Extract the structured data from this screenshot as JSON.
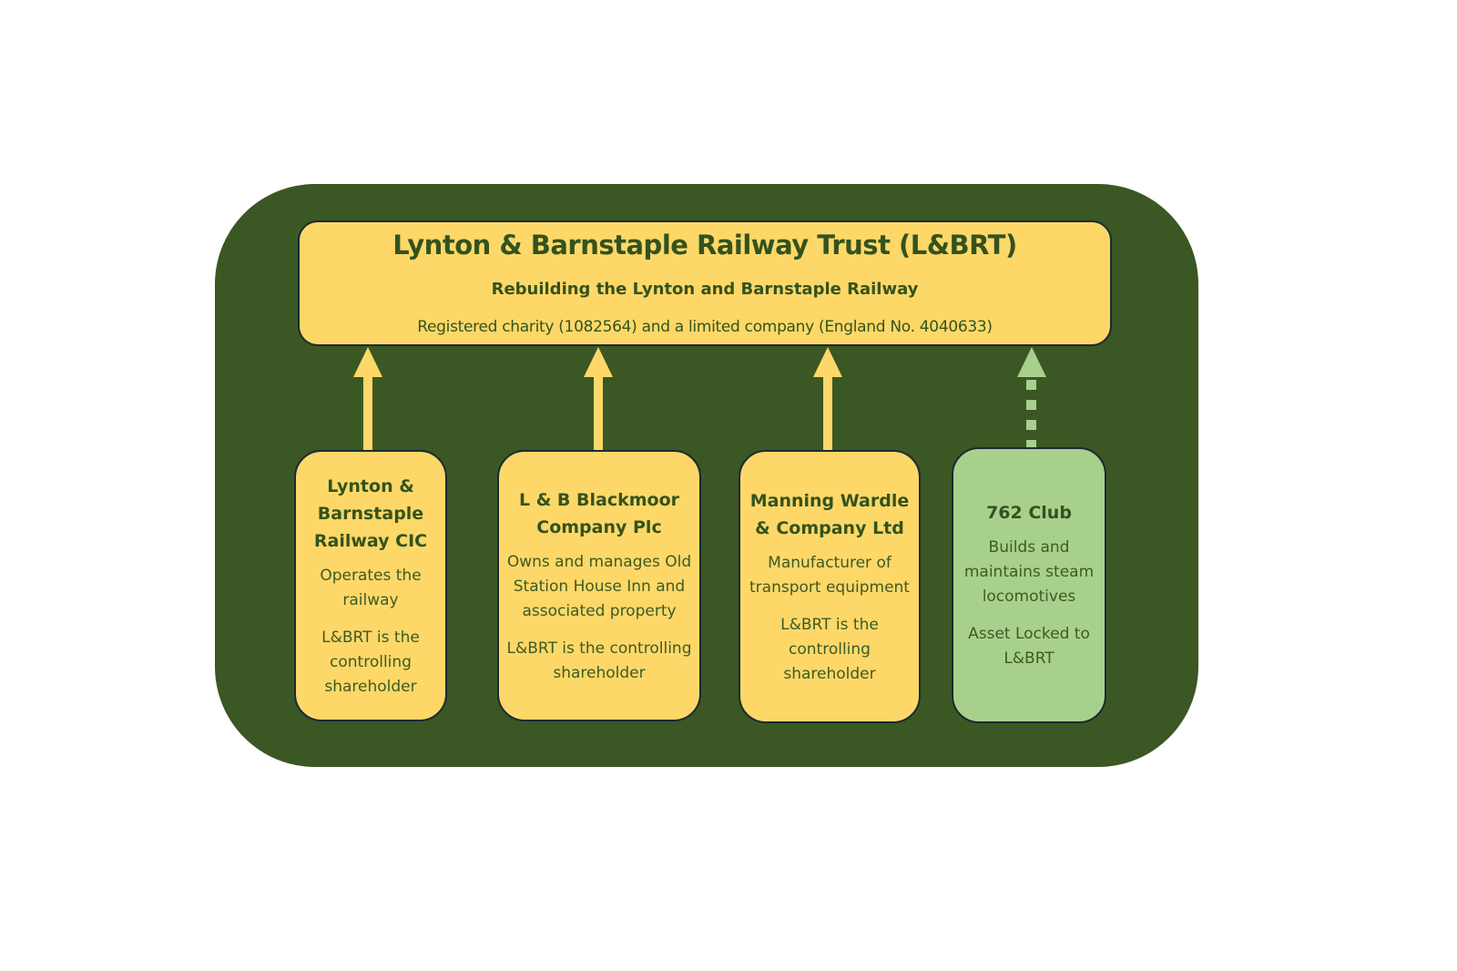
{
  "colors": {
    "frame": "#3b5723",
    "box_yellow": "#fdd868",
    "box_green": "#a8d08d",
    "text_dark_green": "#34521d",
    "border": "#1a2a33"
  },
  "trust": {
    "title": "Lynton & Barnstaple Railway Trust (L&BRT)",
    "subtitle": "Rebuilding  the Lynton and Barnstaple Railway",
    "registration": "Registered charity (1082564) and a limited company (England No. 4040633)"
  },
  "subsidiaries": [
    {
      "name": "Lynton & Barnstaple Railway CIC",
      "description": "Operates the railway",
      "relationship": "L&BRT is the controlling shareholder",
      "link_type": "solid"
    },
    {
      "name": "L & B Blackmoor Company Plc",
      "description": "Owns and manages Old Station House Inn and associated property",
      "relationship": "L&BRT is the controlling shareholder",
      "link_type": "solid"
    },
    {
      "name": "Manning Wardle & Company Ltd",
      "description": "Manufacturer of transport equipment",
      "relationship": "L&BRT is the controlling shareholder",
      "link_type": "solid"
    },
    {
      "name": "762 Club",
      "description": "Builds and maintains steam locomotives",
      "relationship": "Asset Locked to L&BRT",
      "link_type": "dashed"
    }
  ]
}
